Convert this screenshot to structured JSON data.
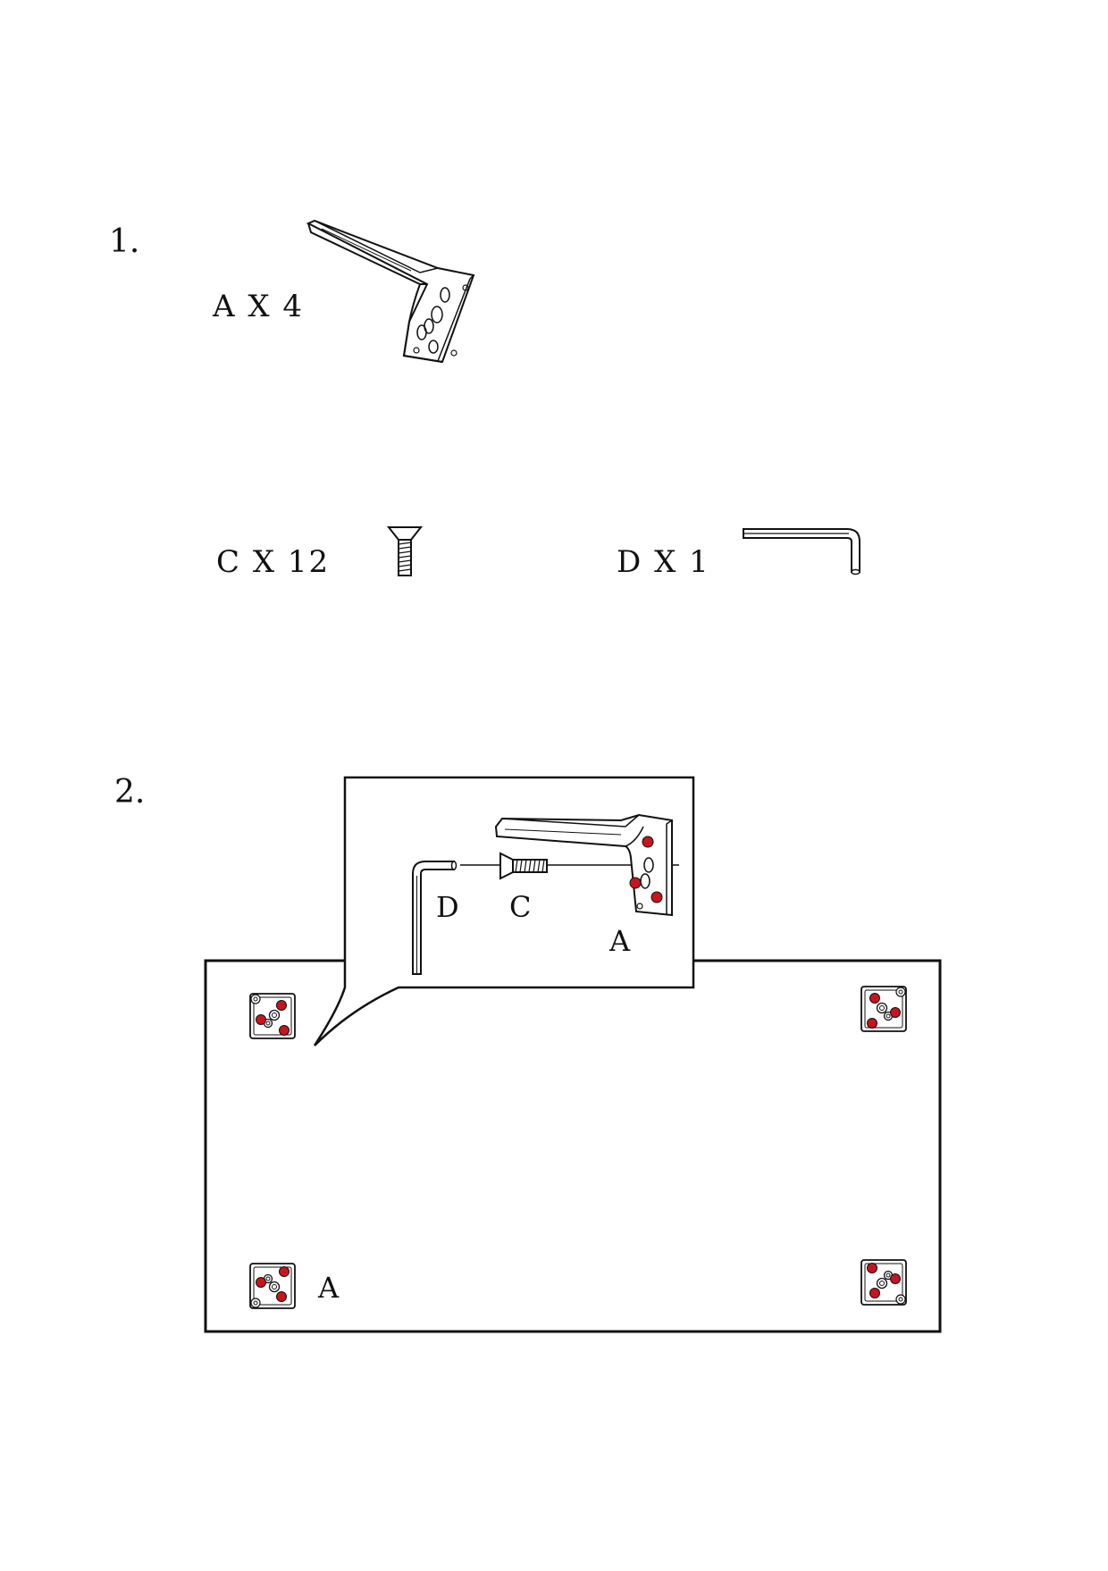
{
  "steps": [
    {
      "number": "1."
    },
    {
      "number": "2."
    }
  ],
  "parts": {
    "leg": {
      "label": "A  X  4",
      "icon": "leg-bracket-icon"
    },
    "screw": {
      "label": "C  X  12",
      "icon": "countersunk-screw-icon"
    },
    "hex_key": {
      "label": "D  X  1",
      "icon": "hex-key-icon"
    }
  },
  "callout": {
    "label_d": "D",
    "label_c": "C",
    "label_a": "A"
  },
  "board": {
    "corner_label": "A"
  },
  "colors": {
    "line": "#111111",
    "screw_hole": "#c8141e",
    "background": "#ffffff"
  }
}
